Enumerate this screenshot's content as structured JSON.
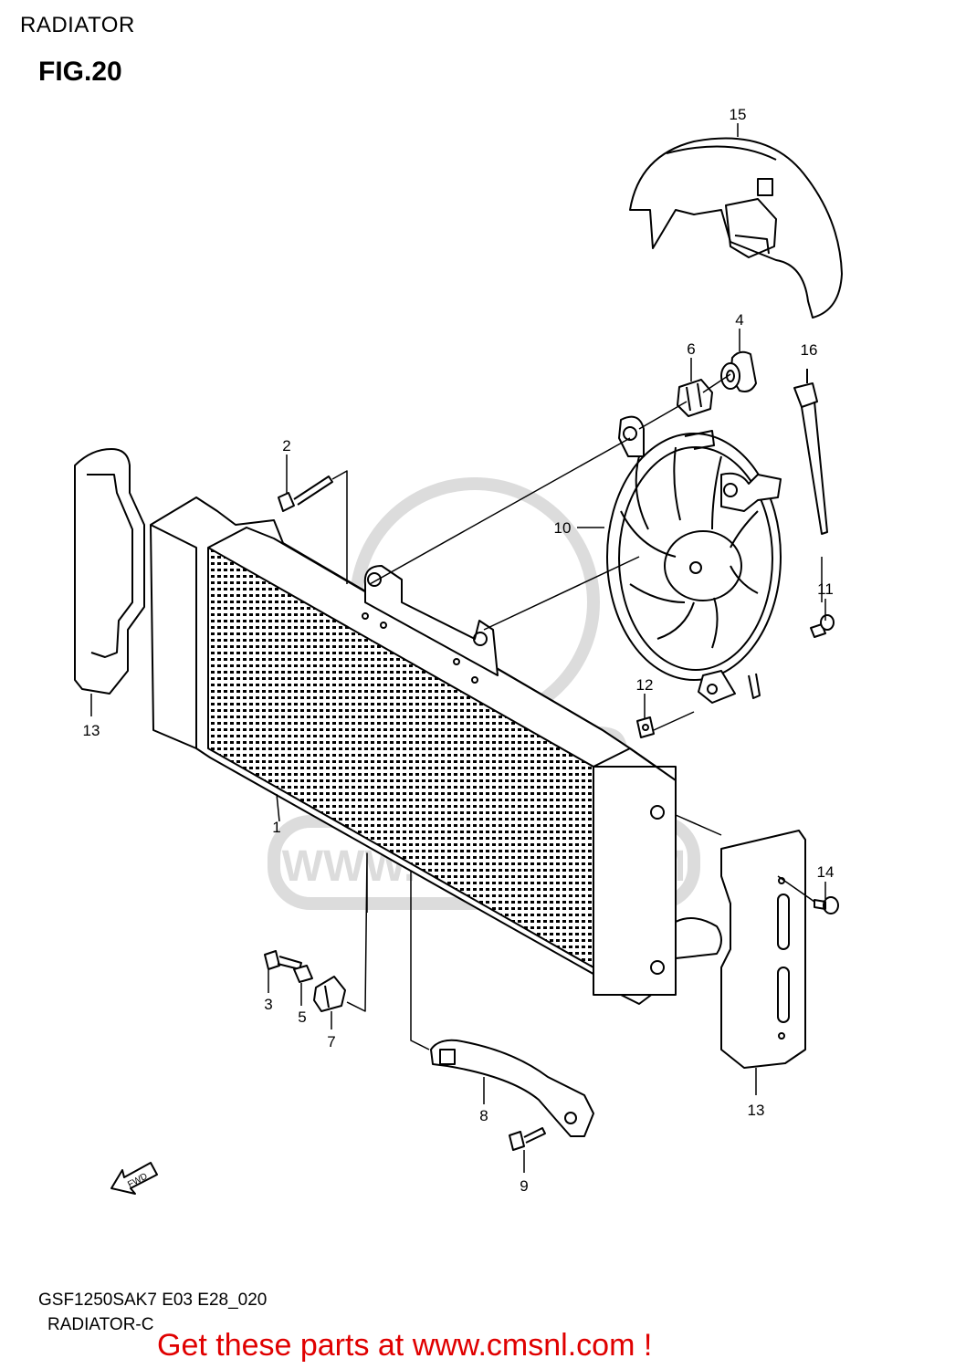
{
  "header": {
    "section_title": "RADIATOR",
    "figure_label": "FIG.20"
  },
  "watermark": {
    "brand": "CMS",
    "url_text": "WWW.CMSNL.COM"
  },
  "fwd_arrow": {
    "label": "FWD"
  },
  "callouts": [
    {
      "id": "1",
      "text": "1"
    },
    {
      "id": "2",
      "text": "2"
    },
    {
      "id": "3",
      "text": "3"
    },
    {
      "id": "4",
      "text": "4"
    },
    {
      "id": "5",
      "text": "5"
    },
    {
      "id": "6",
      "text": "6"
    },
    {
      "id": "7",
      "text": "7"
    },
    {
      "id": "8",
      "text": "8"
    },
    {
      "id": "9",
      "text": "9"
    },
    {
      "id": "10",
      "text": "10"
    },
    {
      "id": "11",
      "text": "11"
    },
    {
      "id": "12",
      "text": "12"
    },
    {
      "id": "13a",
      "text": "13"
    },
    {
      "id": "13b",
      "text": "13"
    },
    {
      "id": "14",
      "text": "14"
    },
    {
      "id": "15",
      "text": "15"
    },
    {
      "id": "16",
      "text": "16"
    }
  ],
  "footer": {
    "model_code": "GSF1250SAK7 E03 E28_020",
    "sub_label": "RADIATOR-C",
    "cta": "Get these parts at www.cmsnl.com !"
  },
  "colors": {
    "line": "#000000",
    "watermark": "#d8d8d8",
    "cta": "#e00000"
  }
}
